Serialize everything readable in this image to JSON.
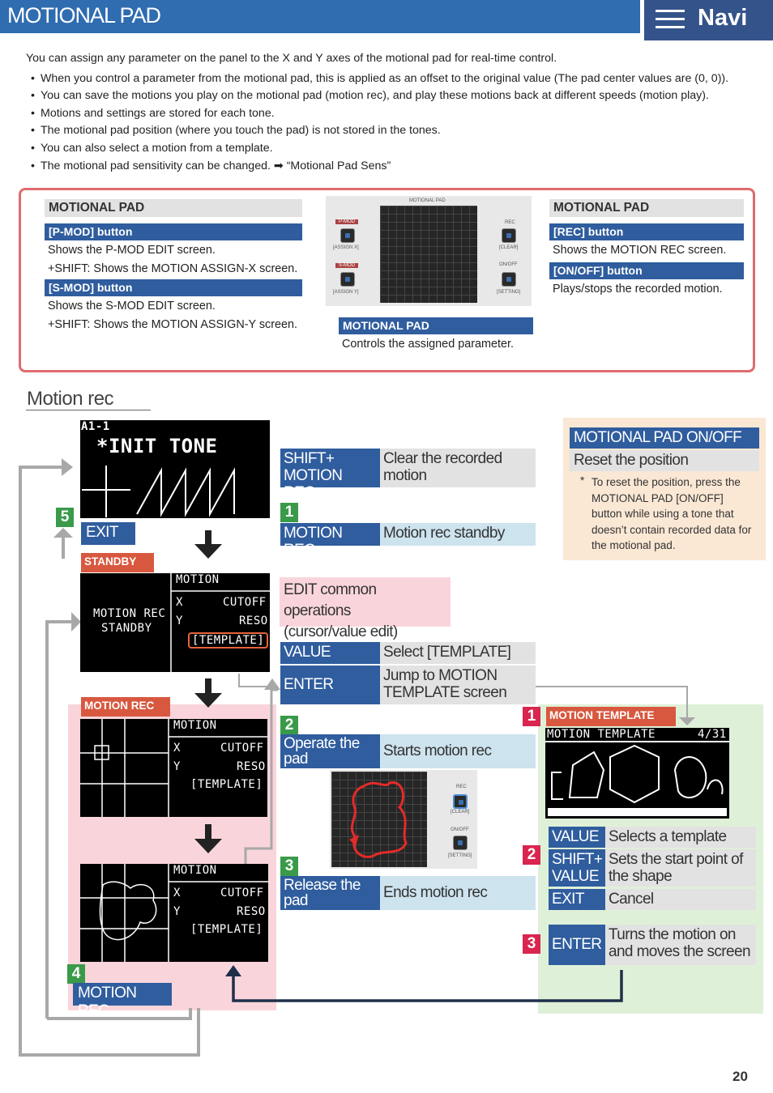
{
  "header": {
    "title": "MOTIONAL PAD",
    "navi_label": "Navi"
  },
  "intro": {
    "lead": "You can assign any parameter on the panel to the X and Y axes of the motional pad for real-time control.",
    "bullets": [
      "When you control a parameter from the motional pad, this is applied as an offset to the original value (The pad center values are (0, 0)).",
      "You can save the motions you play on the motional pad (motion rec), and play these motions back at different speeds (motion play).",
      "Motions and settings are stored for each tone.",
      "The motional pad position (where you touch the pad) is not stored in the tones.",
      "You can also select a motion from a template.",
      "The motional pad sensitivity can be changed. ➡ “Motional Pad Sens”"
    ]
  },
  "panel": {
    "left": {
      "heading": "MOTIONAL PAD",
      "pmod_label": "[P-MOD] button",
      "pmod_desc1": "Shows the P-MOD EDIT screen.",
      "pmod_desc2": "+SHIFT: Shows the MOTION ASSIGN-X screen.",
      "smod_label": "[S-MOD] button",
      "smod_desc1": "Shows the S-MOD EDIT screen.",
      "smod_desc2": "+SHIFT: Shows the MOTION ASSIGN-Y screen."
    },
    "center": {
      "photo_title": "MOTIONAL PAD",
      "pmod": "P-MOD",
      "assign_x": "[ASSIGN X]",
      "smod": "S-MOD",
      "assign_y": "[ASSIGN Y]",
      "rec": "REC",
      "clear": "[CLEAR]",
      "onoff": "ON/OFF",
      "setting": "[SETTING]",
      "label": "MOTIONAL PAD",
      "desc": "Controls the assigned parameter."
    },
    "right": {
      "heading": "MOTIONAL PAD",
      "rec_label": "[REC] button",
      "rec_desc": "Shows the MOTION REC screen.",
      "onoff_label": "[ON/OFF] button",
      "onoff_desc": "Plays/stops the recorded motion."
    }
  },
  "motion_rec": {
    "title": "Motion rec",
    "screen1": {
      "tone_num": "A1-1",
      "tone_name": "*INIT TONE"
    },
    "standby_tag": "STANDBY",
    "screen2": {
      "title": "MOTION",
      "line1": "MOTION REC",
      "line2": "STANDBY",
      "x": "X",
      "x_val": "CUTOFF",
      "y": "Y",
      "y_val": "RESO",
      "template": "[TEMPLATE]"
    },
    "motionrec_tag": "MOTION REC",
    "screen3": {
      "title": "MOTION",
      "x": "X",
      "x_val": "CUTOFF",
      "y": "Y",
      "y_val": "RESO",
      "template": "[TEMPLATE]"
    },
    "screen4": {
      "title": "MOTION",
      "x": "X",
      "x_val": "CUTOFF",
      "y": "Y",
      "y_val": "RESO",
      "template": "[TEMPLATE]"
    },
    "exit_num": "5",
    "exit_label": "EXIT",
    "motionrec_num": "4",
    "motionrec_label": "MOTION REC",
    "shift_rec": {
      "k": "SHIFT+\nMOTION REC",
      "v": "Clear the recorded\nmotion"
    },
    "step1": {
      "num": "1",
      "k": "MOTION REC",
      "v": "Motion rec standby"
    },
    "edit_common": "EDIT common operations\n(cursor/value edit)",
    "value_row": {
      "k": "VALUE",
      "v": "Select [TEMPLATE]"
    },
    "enter_row": {
      "k": "ENTER",
      "v": "Jump to MOTION\nTEMPLATE screen"
    },
    "step2": {
      "num": "2",
      "k": "Operate the\npad",
      "v": "Starts motion rec"
    },
    "step3": {
      "num": "3",
      "k": "Release the\npad",
      "v": "Ends motion rec"
    },
    "pad2": {
      "rec": "REC",
      "clear": "[CLEAR]",
      "onoff": "ON/OFF",
      "setting": "[SETTING]"
    },
    "sidebox": {
      "title": "MOTIONAL PAD ON/OFF",
      "subtitle": "Reset the position",
      "note_mark": "*",
      "note": "To reset the position, press the MOTIONAL PAD [ON/OFF] button while using a tone that doesn’t contain recorded data for the motional pad."
    },
    "template": {
      "num1": "1",
      "tag": "MOTION TEMPLATE",
      "screen_title": "MOTION TEMPLATE",
      "screen_count": "4/31",
      "num2": "2",
      "value_row": {
        "k": "VALUE",
        "v": "Selects a template"
      },
      "shift_row": {
        "k": "SHIFT+\nVALUE",
        "v": "Sets the start point of\nthe shape"
      },
      "exit_row": {
        "k": "EXIT",
        "v": "Cancel"
      },
      "num3": "3",
      "enter_row": {
        "k": "ENTER",
        "v": "Turns the motion on\nand moves the screen"
      }
    }
  },
  "page_number": "20"
}
